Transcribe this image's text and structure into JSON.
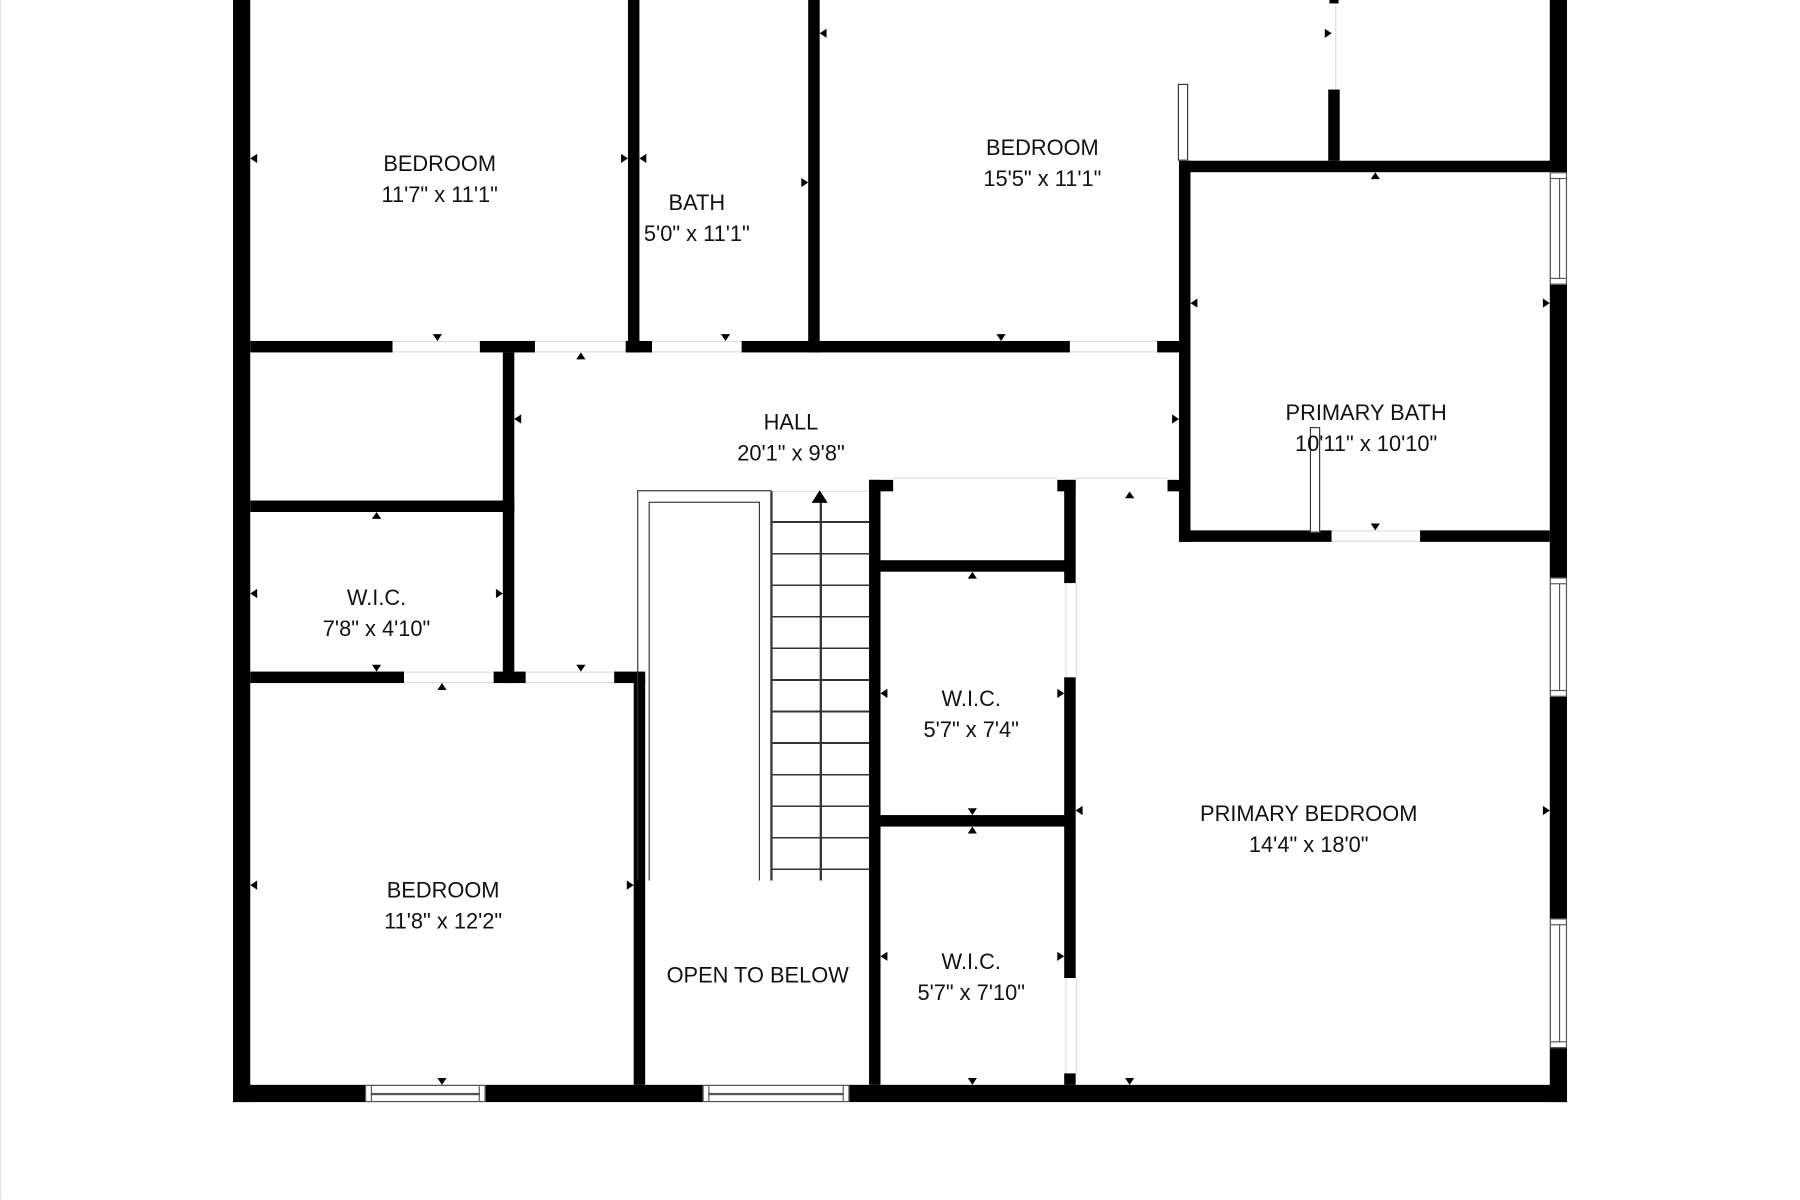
{
  "floorplan": {
    "rooms": [
      {
        "name": "BEDROOM",
        "dimensions": "11'7\" x 11'1\""
      },
      {
        "name": "BATH",
        "dimensions": "5'0\" x 11'1\""
      },
      {
        "name": "BEDROOM",
        "dimensions": "15'5\" x 11'1\""
      },
      {
        "name": "HALL",
        "dimensions": "20'1\" x 9'8\""
      },
      {
        "name": "PRIMARY BATH",
        "dimensions": "10'11\" x 10'10\""
      },
      {
        "name": "W.I.C.",
        "dimensions": "7'8\" x 4'10\""
      },
      {
        "name": "W.I.C.",
        "dimensions": "5'7\" x 7'4\""
      },
      {
        "name": "PRIMARY BEDROOM",
        "dimensions": "14'4\" x 18'0\""
      },
      {
        "name": "BEDROOM",
        "dimensions": "11'8\" x 12'2\""
      },
      {
        "name": "OPEN TO BELOW",
        "dimensions": ""
      },
      {
        "name": "W.I.C.",
        "dimensions": "5'7\" x 7'10\""
      }
    ],
    "colors": {
      "wall": "#000000",
      "background": "#ffffff",
      "text": "#111111"
    }
  }
}
